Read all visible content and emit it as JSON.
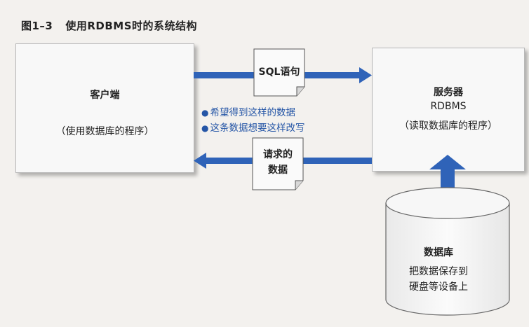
{
  "figure": {
    "number": "图1–3",
    "title": "使用RDBMS时的系统结构"
  },
  "client": {
    "title": "客户端",
    "subtitle": "（使用数据库的程序）"
  },
  "server": {
    "title_line1": "服务器",
    "title_line2": "RDBMS",
    "subtitle": "（读取数据库的程序）"
  },
  "request_doc": {
    "label": "SQL语句"
  },
  "response_doc": {
    "line1": "请求的",
    "line2": "数据"
  },
  "notes": [
    "希望得到这样的数据",
    "这条数据想要这样改写"
  ],
  "database": {
    "title": "数据库",
    "line1": "把数据保存到",
    "line2": "硬盘等设备上"
  },
  "colors": {
    "arrow_blue": "#2f63b8",
    "note_blue": "#2455a6",
    "box_fill": "#f8f8f8"
  }
}
